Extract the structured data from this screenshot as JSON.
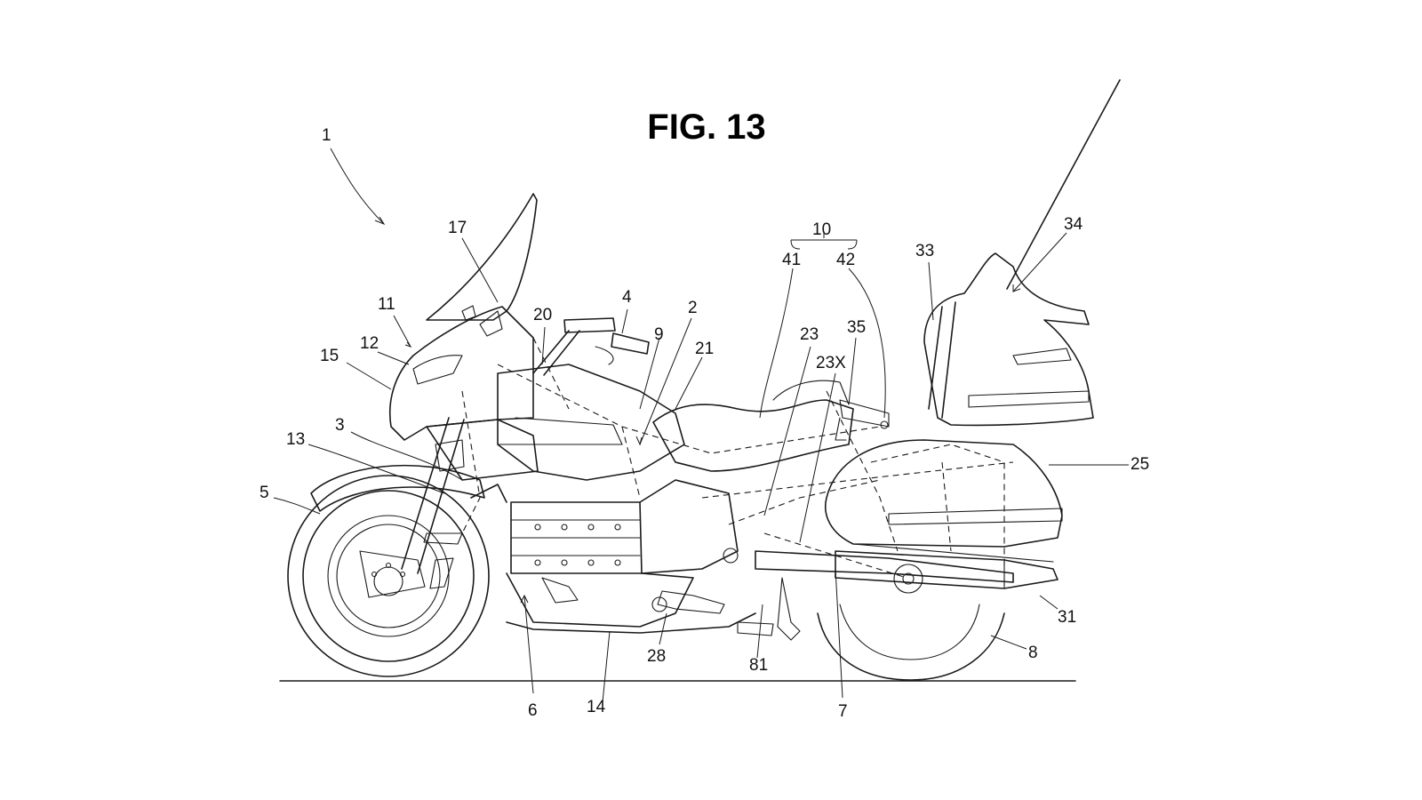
{
  "figure": {
    "title": "FIG. 13"
  },
  "labels": {
    "l1": "1",
    "l2": "2",
    "l3": "3",
    "l4": "4",
    "l5": "5",
    "l6": "6",
    "l7": "7",
    "l8": "8",
    "l9": "9",
    "l10": "10",
    "l11": "11",
    "l12": "12",
    "l13": "13",
    "l14": "14",
    "l15": "15",
    "l17": "17",
    "l20": "20",
    "l21": "21",
    "l23": "23",
    "l23x": "23X",
    "l25": "25",
    "l28": "28",
    "l31": "31",
    "l33": "33",
    "l34": "34",
    "l35": "35",
    "l41": "41",
    "l42": "42",
    "l81": "81"
  },
  "colors": {
    "line": "#1a1a1a",
    "paper": "#ffffff"
  }
}
